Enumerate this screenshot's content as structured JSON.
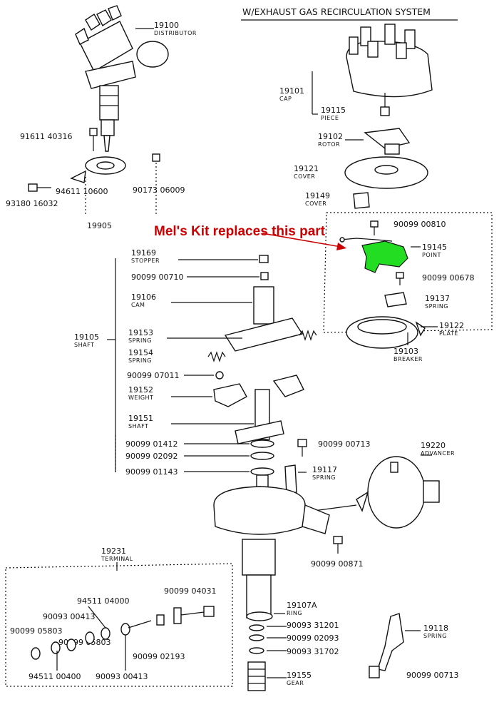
{
  "header": "W/EXHAUST GAS RECIRCULATION SYSTEM",
  "callout": {
    "text": "Mel's Kit replaces this part",
    "color": "#cc0000"
  },
  "highlight_color": "#22dd22",
  "labels": {
    "p19100": {
      "num": "19100",
      "sub": "DISTRIBUTOR"
    },
    "p91611": {
      "num": "91611 40316"
    },
    "p94611": {
      "num": "94611 10600"
    },
    "p90173": {
      "num": "90173 06009"
    },
    "p93180": {
      "num": "93180 16032"
    },
    "p19905": {
      "num": "19905"
    },
    "p19101": {
      "num": "19101",
      "sub": "CAP"
    },
    "p19115": {
      "num": "19115",
      "sub": "PIECE"
    },
    "p19102": {
      "num": "19102",
      "sub": "ROTOR"
    },
    "p19121": {
      "num": "19121",
      "sub": "COVER"
    },
    "p19149": {
      "num": "19149",
      "sub": "COVER"
    },
    "p90099_00810": {
      "num": "90099 00810"
    },
    "p19145": {
      "num": "19145",
      "sub": "POINT"
    },
    "p90099_00678": {
      "num": "90099 00678"
    },
    "p19137": {
      "num": "19137",
      "sub": "SPRING"
    },
    "p19122": {
      "num": "19122",
      "sub": "PLATE"
    },
    "p19103": {
      "num": "19103",
      "sub": "BREAKER"
    },
    "p19169": {
      "num": "19169",
      "sub": "STOPPER"
    },
    "p90099_00710": {
      "num": "90099 00710"
    },
    "p19106": {
      "num": "19106",
      "sub": "CAM"
    },
    "p19153": {
      "num": "19153",
      "sub": "SPRING"
    },
    "p19105": {
      "num": "19105",
      "sub": "SHAFT"
    },
    "p19154": {
      "num": "19154",
      "sub": "SPRING"
    },
    "p90099_07011": {
      "num": "90099 07011"
    },
    "p19152": {
      "num": "19152",
      "sub": "WEIGHT"
    },
    "p19151": {
      "num": "19151",
      "sub": "SHAFT"
    },
    "p90099_01412": {
      "num": "90099 01412"
    },
    "p90099_02092": {
      "num": "90099 02092"
    },
    "p90099_01143": {
      "num": "90099 01143"
    },
    "p90099_00713a": {
      "num": "90099 00713"
    },
    "p19220": {
      "num": "19220",
      "sub": "ADVANCER"
    },
    "p19117": {
      "num": "19117",
      "sub": "SPRING"
    },
    "p90099_00871": {
      "num": "90099 00871"
    },
    "p19231": {
      "num": "19231",
      "sub": "TERMINAL"
    },
    "p94511_040": {
      "num": "94511 04000"
    },
    "p90099_04031": {
      "num": "90099 04031"
    },
    "p90093_00413a": {
      "num": "90093 00413"
    },
    "p19107A": {
      "num": "19107A",
      "sub": "RING"
    },
    "p90099_05803a": {
      "num": "90099 05803"
    },
    "p90099_05803b": {
      "num": "90099 05803"
    },
    "p90093_31201": {
      "num": "90093 31201"
    },
    "p90099_02093": {
      "num": "90099 02093"
    },
    "p90093_31702": {
      "num": "90093 31702"
    },
    "p90099_02193": {
      "num": "90099 02193"
    },
    "p94511_00400": {
      "num": "94511 00400"
    },
    "p90093_00413b": {
      "num": "90093 00413"
    },
    "p19155": {
      "num": "19155",
      "sub": "GEAR"
    },
    "p19118": {
      "num": "19118",
      "sub": "SPRING"
    },
    "p90099_00713b": {
      "num": "90099 00713"
    }
  }
}
